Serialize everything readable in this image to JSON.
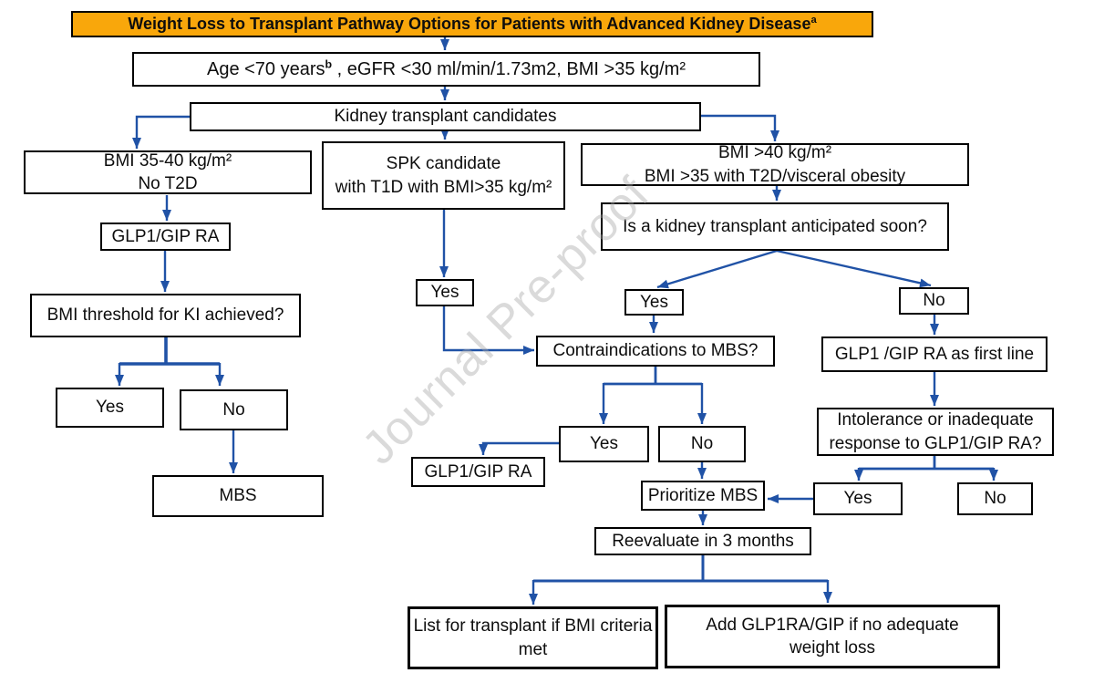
{
  "banner": {
    "text": "Weight Loss to Transplant Pathway Options for Patients with Advanced Kidney Disease",
    "sup": "a"
  },
  "criteria": {
    "pre": "Age <70 years",
    "sup": "b",
    "post": " , eGFR <30 ml/min/1.73m2, BMI >35 kg/m²"
  },
  "watermark": "Journal Pre-proof",
  "colors": {
    "banner_bg": "#F9A70B",
    "arrow_blue": "#2052A6",
    "box_border": "#000000",
    "watermark_gray": "#A9A9A9"
  },
  "nodes": {
    "kidney": {
      "label": "Kidney transplant candidates"
    },
    "bmi3540": {
      "line1": "BMI 35-40 kg/m²",
      "line2": "No T2D"
    },
    "glp1a": {
      "label": "GLP1/GIP RA"
    },
    "threshold": {
      "label": "BMI threshold for KI achieved?"
    },
    "yes_threshold": {
      "label": "Yes"
    },
    "no_threshold": {
      "label": "No"
    },
    "mbs": {
      "label": "MBS"
    },
    "spk": {
      "line1": "SPK candidate",
      "line2": "with T1D with BMI>35 kg/m²"
    },
    "yes_spk": {
      "label": "Yes"
    },
    "bmi40": {
      "line1": "BMI >40 kg/m²",
      "line2": "BMI >35 with T2D/visceral obesity"
    },
    "anticipated": {
      "label": "Is a kidney transplant anticipated soon?"
    },
    "yes_anticipated": {
      "label": "Yes"
    },
    "no_anticipated": {
      "label": "No"
    },
    "contraindications": {
      "label": "Contraindications to MBS?"
    },
    "yes_contra": {
      "label": "Yes"
    },
    "no_contra": {
      "label": "No"
    },
    "glp1b": {
      "label": "GLP1/GIP RA"
    },
    "prioritize": {
      "label": "Prioritize MBS"
    },
    "glp1first": {
      "label": "GLP1 /GIP RA as first line"
    },
    "intolerance": {
      "line1": "Intolerance or inadequate",
      "line2": "response to GLP1/GIP RA?"
    },
    "yes_intolerance": {
      "label": "Yes"
    },
    "no_intolerance": {
      "label": "No"
    },
    "reevaluate": {
      "label": "Reevaluate in 3 months"
    },
    "list_transplant": {
      "line1": "List for transplant if BMI criteria",
      "line2": "met"
    },
    "add_glp1": {
      "line1": "Add GLP1RA/GIP if no adequate",
      "line2": "weight loss"
    }
  }
}
